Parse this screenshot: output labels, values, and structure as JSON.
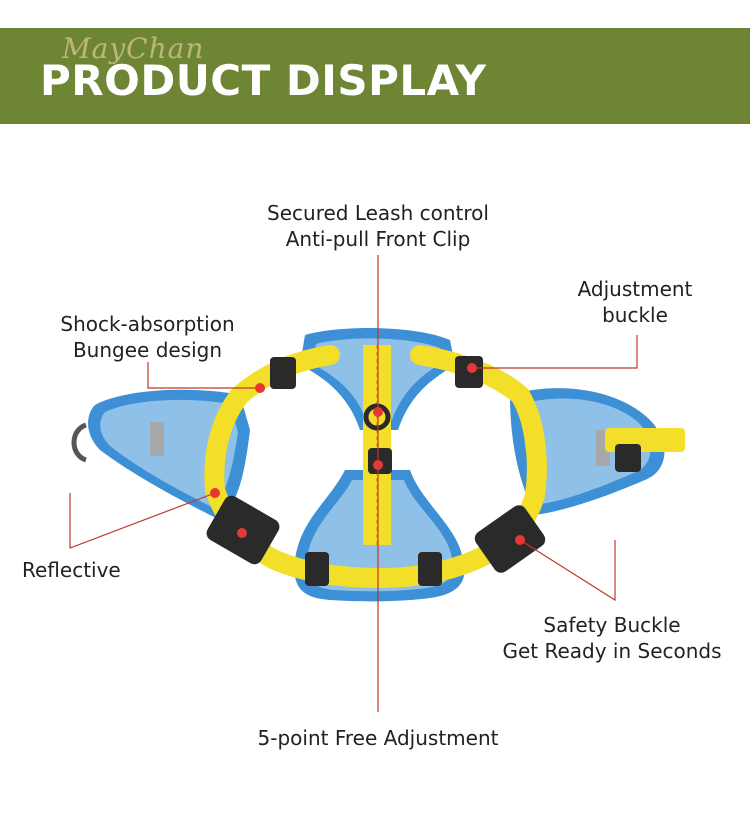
{
  "banner": {
    "brand": "MayChan",
    "title": "PRODUCT DISPLAY"
  },
  "callouts": {
    "leash_clip": [
      "Secured Leash control",
      "Anti-pull Front Clip"
    ],
    "adjustment_buckle": [
      "Adjustment",
      "buckle"
    ],
    "shock_absorption": [
      "Shock-absorption",
      "Bungee design"
    ],
    "reflective": "Reflective",
    "safety_buckle": [
      "Safety Buckle",
      "Get Ready in Seconds"
    ],
    "free_adjustment": "5-point Free Adjustment"
  },
  "colors": {
    "banner": "#6e8634",
    "harness_blue": "#3d8fd6",
    "harness_light_blue": "#8ec0e8",
    "webbing_yellow": "#f3de2a",
    "reflective_grey": "#a8a8a8",
    "buckle_black": "#2a2a2a",
    "callout_line": "#c0392b",
    "marker_dot": "#e53935"
  }
}
